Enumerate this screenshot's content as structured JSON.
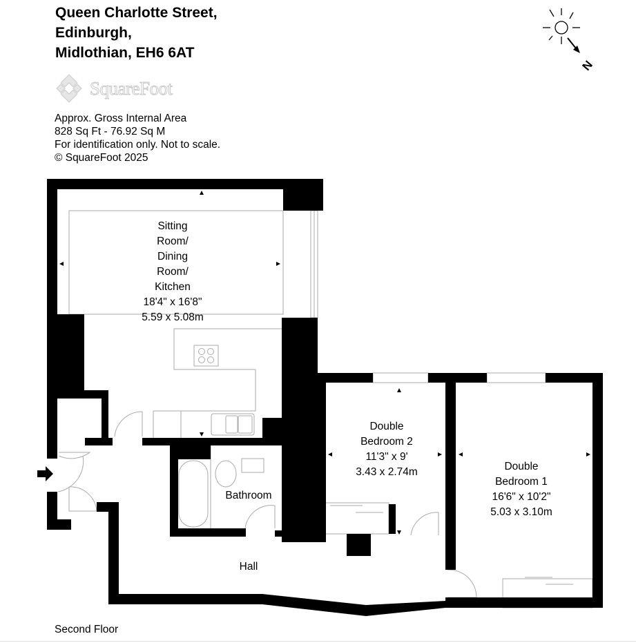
{
  "address": {
    "line1": "Queen Charlotte Street,",
    "line2": "Edinburgh,",
    "line3": "Midlothian, EH6 6AT"
  },
  "logo": {
    "text": "SquareFoot"
  },
  "info": {
    "line1": "Approx. Gross Internal Area",
    "line2": "828 Sq Ft  -  76.92 Sq M",
    "line3": "For identification only. Not to scale.",
    "line4": "© SquareFoot 2025"
  },
  "compass": {
    "label": "N"
  },
  "rooms": {
    "sitting": {
      "name1": "Sitting",
      "name2": "Room/",
      "name3": "Dining",
      "name4": "Room/",
      "name5": "Kitchen",
      "imperial": "18'4\" x 16'8\"",
      "metric": "5.59 x 5.08m"
    },
    "bedroom2": {
      "name1": "Double",
      "name2": "Bedroom 2",
      "imperial": "11'3\" x 9'",
      "metric": "3.43 x 2.74m"
    },
    "bedroom1": {
      "name1": "Double",
      "name2": "Bedroom 1",
      "imperial": "16'6\" x 10'2\"",
      "metric": "5.03 x 3.10m"
    },
    "bathroom": {
      "name": "Bathroom"
    },
    "hall": {
      "name": "Hall"
    }
  },
  "floor_label": "Second Floor"
}
